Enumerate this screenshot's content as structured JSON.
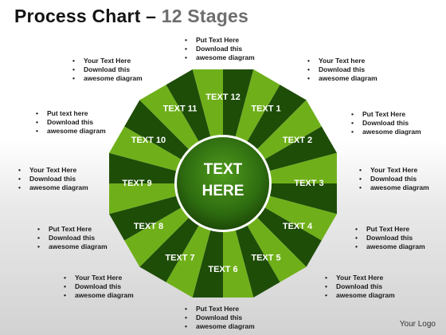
{
  "title": {
    "main": "Process Chart",
    "dash": " – ",
    "sub": "12 Stages"
  },
  "center": {
    "line1": "TEXT",
    "line2": "HERE"
  },
  "stages": [
    "TEXT 12",
    "TEXT 1",
    "TEXT 2",
    "TEXT 3",
    "TEXT 4",
    "TEXT 5",
    "TEXT 6",
    "TEXT 7",
    "TEXT 8",
    "TEXT 9",
    "TEXT 10",
    "TEXT 11"
  ],
  "notes": [
    {
      "line1": "Put Text Here",
      "line2": "Download this",
      "line3": "awesome diagram"
    },
    {
      "line1": "Your Text here",
      "line2": "Download this",
      "line3": "awesome diagram"
    },
    {
      "line1": "Put Text Here",
      "line2": "Download this",
      "line3": "awesome diagram"
    },
    {
      "line1": "Your Text Here",
      "line2": "Download this",
      "line3": "awesome diagram"
    },
    {
      "line1": "Put Text Here",
      "line2": "Download this",
      "line3": "awesome diagram"
    },
    {
      "line1": "Your Text Here",
      "line2": "Download this",
      "line3": "awesome diagram"
    },
    {
      "line1": "Put Text Here",
      "line2": "Download this",
      "line3": "awesome diagram"
    },
    {
      "line1": "Your Text Here",
      "line2": "Download this",
      "line3": "awesome diagram"
    },
    {
      "line1": "Put Text Here",
      "line2": "Download this",
      "line3": "awesome diagram"
    },
    {
      "line1": "Your Text Here",
      "line2": "Download this",
      "line3": "awesome diagram"
    },
    {
      "line1": "Put text here",
      "line2": "Download this",
      "line3": "awesome diagram"
    },
    {
      "line1": "Your Text Here",
      "line2": "Download this",
      "line3": "awesome diagram"
    }
  ],
  "logo": "Your Logo",
  "colors": {
    "segment_light": "#6fb01a",
    "segment_dark": "#1e4d08",
    "center": "#2f6e10",
    "ring": "#ffffff"
  }
}
